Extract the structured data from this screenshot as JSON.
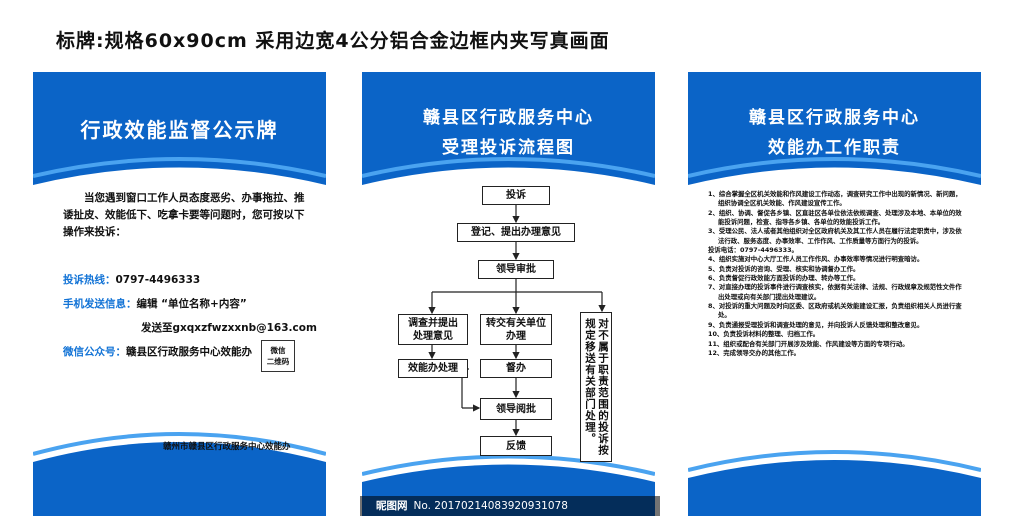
{
  "heading": "标牌:规格60x90cm  采用边宽4公分铝合金边框内夹写真画面",
  "colors": {
    "brand_blue": "#1273d6",
    "accent_blue": "#0b64c7"
  },
  "panel1": {
    "title": "行政效能监督公示牌",
    "intro": "当您遇到窗口工作人员态度恶劣、办事拖拉、推诿扯皮、效能低下、吃拿卡要等问题时，您可按以下操作来投诉：",
    "hotline_label": "投诉热线：",
    "hotline_value": "0797-4496333",
    "sms_label": "手机发送信息：",
    "sms_value": "编辑 “单位名称+内容”",
    "email_line": "发送至gxqxzfwzxxnb@163.com",
    "wechat_label": "微信公众号：",
    "wechat_value": "赣县区行政服务中心效能办",
    "qr_line1": "微信",
    "qr_line2": "二维码",
    "footer": "赣州市赣县区行政服务中心效能办"
  },
  "panel2": {
    "title_line1": "赣县区行政服务中心",
    "title_line2": "受理投诉流程图",
    "steps": {
      "complaint": "投诉",
      "register": "登记、提出办理意见",
      "review": "领导审批",
      "investigate_l1": "调查并提出",
      "investigate_l2": "处理意见",
      "transfer_l1": "转交有关单位",
      "transfer_l2": "办理",
      "efficiency": "效能办处理",
      "supervise": "督办",
      "approve": "领导阅批",
      "feedback": "反馈",
      "outside_col1": "对不属于职责范围的投诉按",
      "outside_col2": "规定移送有关部门处理。"
    }
  },
  "panel3": {
    "title_line1": "赣县区行政服务中心",
    "title_line2": "效能办工作职责",
    "duties": [
      "1、综合掌握全区机关效能和作风建设工作动态，调查研究工作中出现的新情况、新问题，组织协调全区机关效能、作风建设宣传工作。",
      "2、组织、协调、督促各乡镇、区直驻区各单位依法依规调查、处理涉及本地、本单位的效能投诉问题，检查、指导各乡镇、各单位的效能投诉工作。",
      "3、受理公民、法人或者其他组织对全区政府机关及其工作人员在履行法定职责中，涉及依法行政、服务态度、办事效率、工作作风、工作质量等方面行为的投诉。",
      "投诉电话：0797-4496333。",
      "4、组织实施对中心大厅工作人员工作作风、办事效率等情况进行明查暗访。",
      "5、负责对投诉的咨询、受理、核实和协调督办工作。",
      "6、负责督促行政效能方面投诉的办理、转办等工作。",
      "7、对直接办理的投诉事件进行调查核实，依据有关法律、法规、行政规章及规范性文件作出处理或向有关部门提出处理建议。",
      "8、对投诉的重大问题及时向区委、区政府或机关效能建设汇报，负责组织相关人员进行查处。",
      "9、负责通报受理投诉和调查处理的意见，并向投诉人反馈处理和整改意见。",
      "10、负责投诉材料的整理、归档工作。",
      "11、组织或配合有关部门开展涉及效能、作风建设等方面的专项行动。",
      "12、完成领导交办的其他工作。"
    ]
  },
  "watermark": {
    "logo": "昵图网",
    "text": "No. 20170214083920931078"
  }
}
